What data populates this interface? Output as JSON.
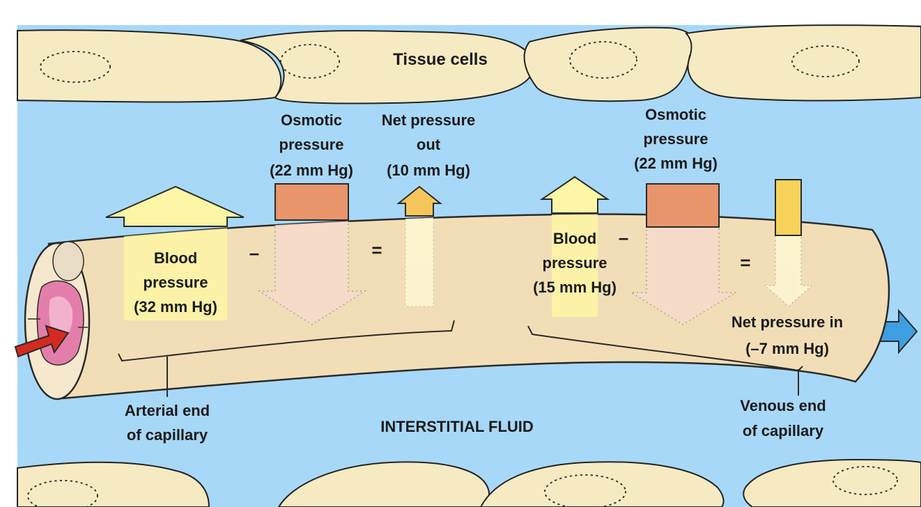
{
  "labels": {
    "tissue_cells": "Tissue cells",
    "interstitial_fluid": "INTERSTITIAL FLUID",
    "arterial_end": {
      "line1": "Arterial end",
      "line2": "of capillary"
    },
    "venous_end": {
      "line1": "Venous end",
      "line2": "of capillary"
    }
  },
  "arterial": {
    "blood_pressure": {
      "line1": "Blood",
      "line2": "pressure",
      "line3": "(32 mm Hg)"
    },
    "osmotic_pressure": {
      "line1": "Osmotic",
      "line2": "pressure",
      "line3": "(22 mm Hg)"
    },
    "net_pressure": {
      "line1": "Net pressure",
      "line2": "out",
      "line3": "(10 mm Hg)"
    },
    "minus": "–",
    "equals": "="
  },
  "venous": {
    "blood_pressure": {
      "line1": "Blood",
      "line2": "pressure",
      "line3": "(15 mm Hg)"
    },
    "osmotic_pressure": {
      "line1": "Osmotic",
      "line2": "pressure",
      "line3": "(22 mm Hg)"
    },
    "net_pressure": {
      "line1": "Net pressure in",
      "line2": "(–7 mm Hg)"
    },
    "minus": "–",
    "equals": "="
  },
  "colors": {
    "fluid": "#a8d8f8",
    "cell": "#f6eac2",
    "capillary": "#f2deb6",
    "capillary_outline": "#2a2a2a",
    "blood_pressure_arrow": "#fdf6a6",
    "osmotic_block": "#e8956c",
    "net_out_arrow": "#f4c65a",
    "net_in_block": "#f7d35a",
    "lumen": "#e37eaa",
    "inflow_arrow": "#d42a1f",
    "outflow_arrow": "#3e9ee2"
  }
}
